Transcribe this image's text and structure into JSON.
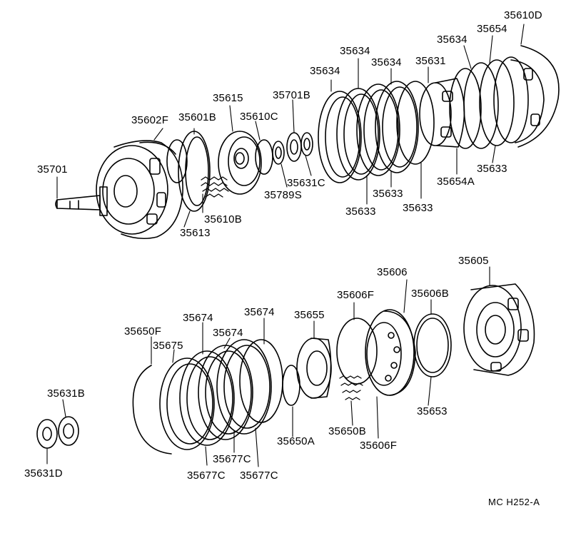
{
  "diagram_code": "MC  H252-A",
  "labels": {
    "l35610D": "35610D",
    "l35654": "35654",
    "l35634a": "35634",
    "l35634b": "35634",
    "l35634c": "35634",
    "l35634d": "35634",
    "l35631": "35631",
    "l35615": "35615",
    "l35701B": "35701B",
    "l35602F": "35602F",
    "l35601B": "35601B",
    "l35610C": "35610C",
    "l35701": "35701",
    "l35789S": "35789S",
    "l35631C": "35631C",
    "l35610B": "35610B",
    "l35613": "35613",
    "l35633a": "35633",
    "l35633b": "35633",
    "l35633c": "35633",
    "l35633d": "35633",
    "l35654A": "35654A",
    "l35605": "35605",
    "l35606": "35606",
    "l35606F_top": "35606F",
    "l35606B": "35606B",
    "l35674a": "35674",
    "l35674b": "35674",
    "l35674c": "35674",
    "l35655": "35655",
    "l35650F": "35650F",
    "l35675": "35675",
    "l35631B": "35631B",
    "l35631D": "35631D",
    "l35653": "35653",
    "l35650B": "35650B",
    "l35606F_bot": "35606F",
    "l35650A": "35650A",
    "l35677Ca": "35677C",
    "l35677Cb": "35677C",
    "l35677Cc": "35677C"
  }
}
